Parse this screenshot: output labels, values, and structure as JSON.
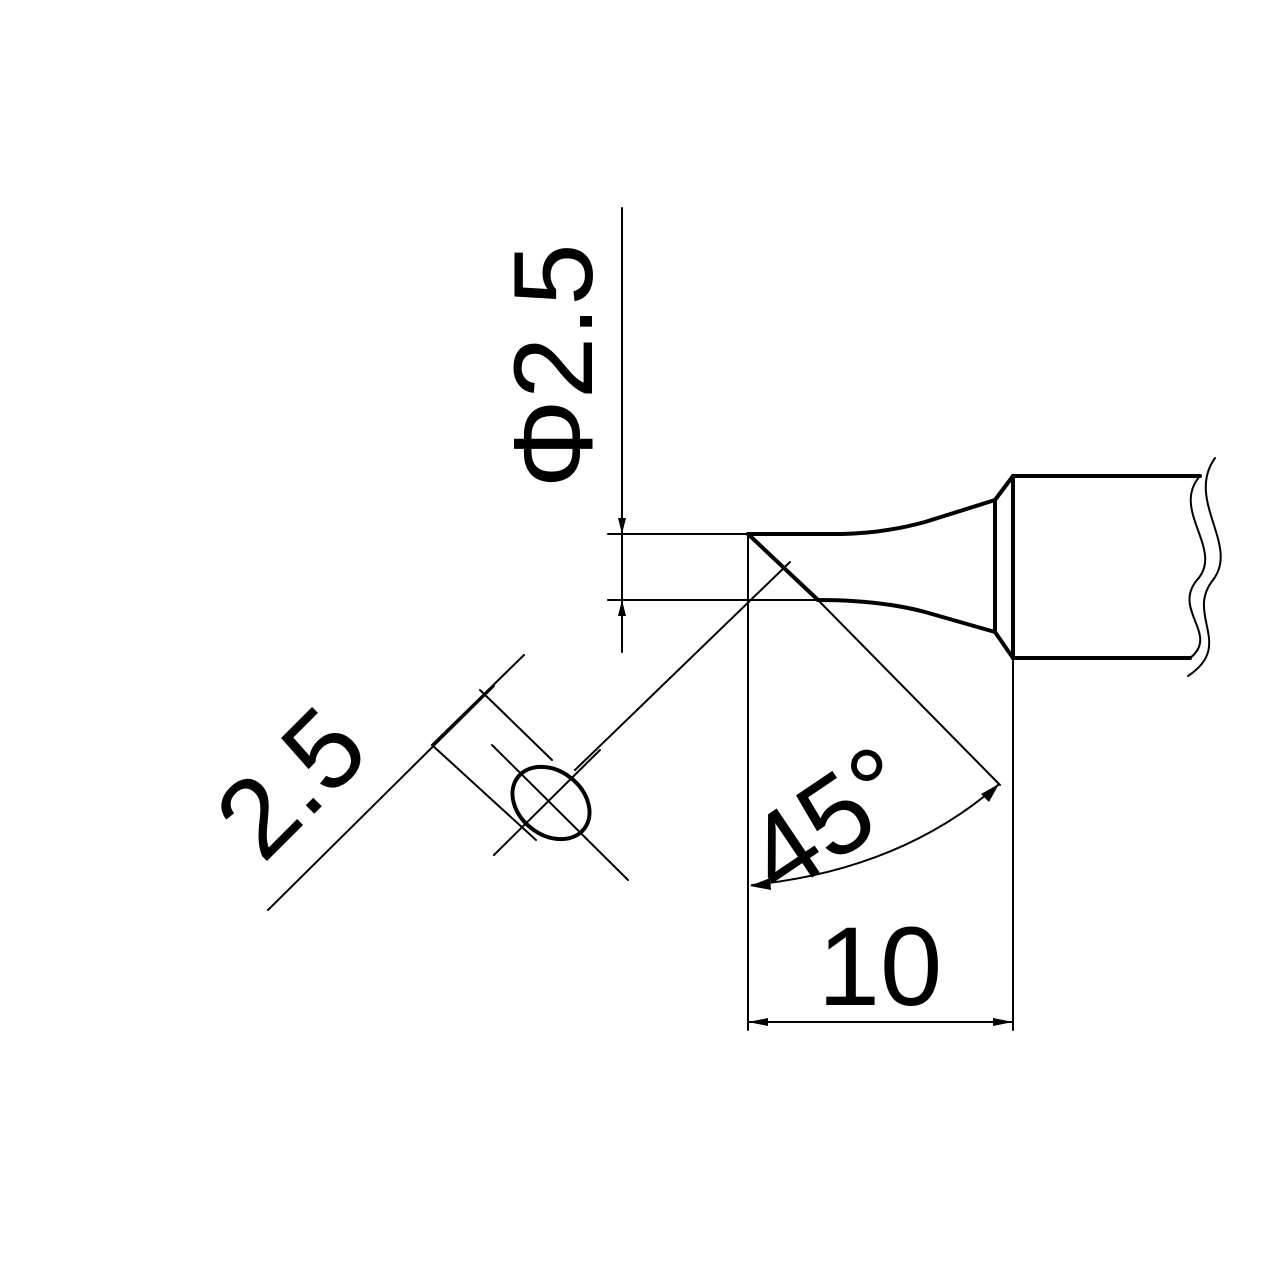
{
  "diagram": {
    "colors": {
      "line": "#000000",
      "background": "#ffffff"
    },
    "dimensions": {
      "diameter_label": "Φ2.5",
      "face_width_label": "2.5",
      "angle_label": "45°",
      "length_label": "10"
    }
  }
}
